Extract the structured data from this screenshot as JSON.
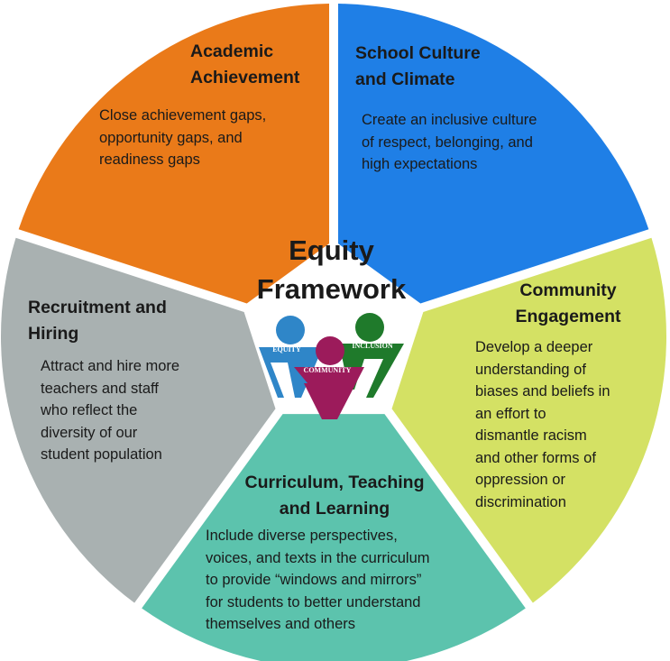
{
  "center": {
    "title_lines": [
      "Equity",
      "Framework"
    ],
    "logo": {
      "labels": [
        "EQUITY",
        "INCLUSION",
        "COMMUNITY"
      ],
      "colors": {
        "equity": "#2f86c8",
        "community": "#9c1b5b",
        "inclusion": "#1f7a2b"
      }
    }
  },
  "segments": [
    {
      "id": "academic",
      "color": "#ea7a19",
      "title_lines": [
        "Academic",
        "Achievement"
      ],
      "desc_lines": [
        "Close achievement gaps,",
        "opportunity gaps, and",
        "readiness gaps"
      ]
    },
    {
      "id": "culture",
      "color": "#1f7fe6",
      "title_lines": [
        "School Culture",
        "and Climate"
      ],
      "desc_lines": [
        "Create an inclusive culture",
        "of respect, belonging, and",
        "high expectations"
      ]
    },
    {
      "id": "community",
      "color": "#d4e164",
      "title_lines": [
        "Community",
        "Engagement"
      ],
      "desc_lines": [
        "Develop a deeper",
        "understanding of",
        "biases and beliefs in",
        "an effort to",
        "dismantle racism",
        "and other forms of",
        "oppression or",
        "discrimination"
      ]
    },
    {
      "id": "curriculum",
      "color": "#5cc3ad",
      "title_lines": [
        "Curriculum, Teaching",
        "and Learning"
      ],
      "desc_lines": [
        "Include diverse perspectives,",
        "voices, and texts in the curriculum",
        "to provide “windows and mirrors”",
        "for students to better understand",
        "themselves and others"
      ]
    },
    {
      "id": "recruitment",
      "color": "#a9b1b1",
      "title_lines": [
        "Recruitment and",
        "Hiring"
      ],
      "desc_lines": [
        "Attract and hire more",
        "teachers and staff",
        "who reflect the",
        "diversity of our",
        "student population"
      ]
    }
  ]
}
